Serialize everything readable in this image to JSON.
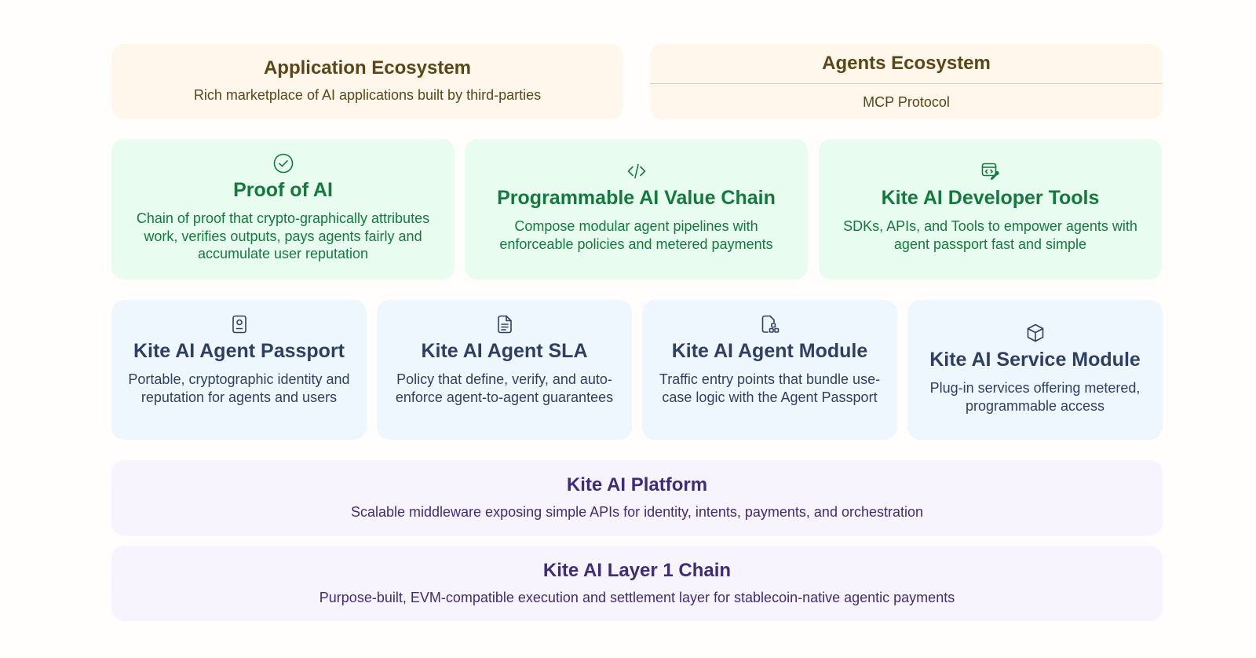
{
  "application_ecosystem": {
    "title": "Application Ecosystem",
    "description": "Rich marketplace of AI applications built by third-parties"
  },
  "agents_ecosystem": {
    "title": "Agents Ecosystem",
    "protocol": "MCP Protocol"
  },
  "layer_green": [
    {
      "icon": "check-circle-icon",
      "title": "Proof of AI",
      "description": "Chain of proof that crypto-graphically attributes work, verifies outputs, pays agents fairly and accumulate user reputation"
    },
    {
      "icon": "code-icon",
      "title": "Programmable AI Value Chain",
      "description": "Compose modular agent pipelines with enforceable policies and metered payments"
    },
    {
      "icon": "developer-tools-icon",
      "title": "Kite AI Developer Tools",
      "description": "SDKs, APIs, and Tools to empower agents with agent passport fast and simple"
    }
  ],
  "layer_blue": [
    {
      "icon": "passport-icon",
      "title": "Kite AI Agent Passport",
      "description": "Portable, cryptographic identity and reputation for agents and users"
    },
    {
      "icon": "document-icon",
      "title": "Kite AI Agent SLA",
      "description": "Policy that define, verify, and auto-enforce agent-to-agent guarantees"
    },
    {
      "icon": "module-icon",
      "title": "Kite AI Agent Module",
      "description": "Traffic entry points that bundle use-case logic with the Agent Passport"
    },
    {
      "icon": "cube-icon",
      "title": "Kite AI Service Module",
      "description": "Plug-in services offering metered, programmable access"
    }
  ],
  "platform": {
    "title": "Kite AI Platform",
    "description": "Scalable middleware exposing simple APIs for identity, intents, payments, and orchestration"
  },
  "chain": {
    "title": "Kite AI Layer 1 Chain",
    "description": "Purpose-built, EVM-compatible execution and settlement layer for stablecoin-native agentic payments"
  },
  "colors": {
    "orange_bg": "#fff6ec",
    "green_bg": "#e9fcf0",
    "green_text": "#137a3e",
    "blue_bg": "#eff7fe",
    "blue_text": "#2f3e63",
    "purple_bg": "#f7f4fe",
    "purple_text": "#3d2c79"
  }
}
